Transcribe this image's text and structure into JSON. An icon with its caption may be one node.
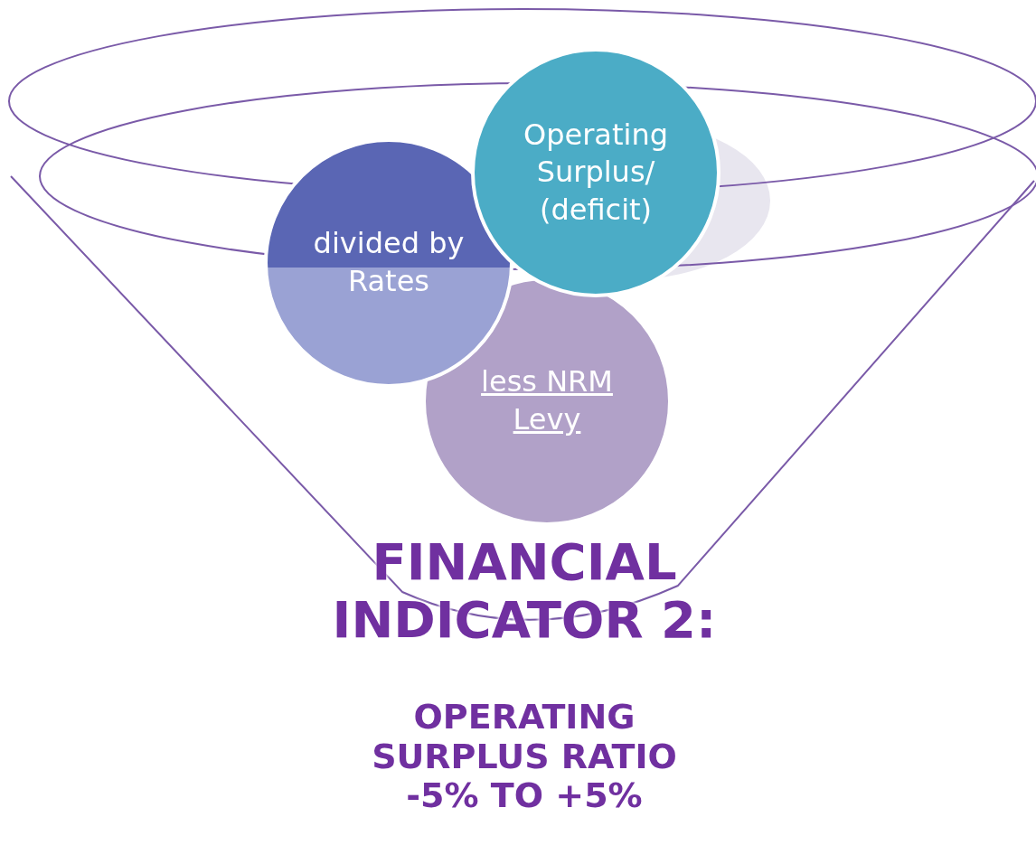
{
  "diagram": {
    "nodes": [
      {
        "text": [
          "Operating Surplus/ (deficit)"
        ]
      },
      {
        "text": [
          "divided by Rates"
        ]
      },
      {
        "text": [
          "less NRM Levy"
        ]
      }
    ],
    "labels": [
      "FINANCIAL INDICATOR 2:",
      "OPERATING SURPLUS RATIO -5% TO +5%"
    ]
  }
}
